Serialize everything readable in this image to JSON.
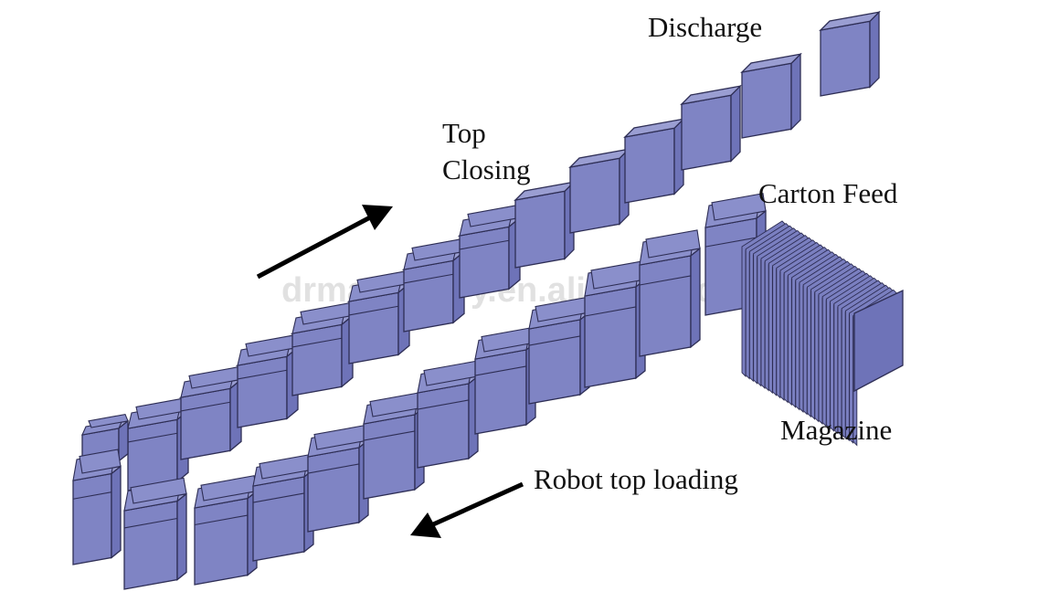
{
  "labels": {
    "discharge": "Discharge",
    "top_closing_line1": "Top",
    "top_closing_line2": "Closing",
    "carton_feed": "Carton Feed",
    "magazine": "Magazine",
    "robot_top_loading": "Robot top loading"
  },
  "watermark": "drmachinery.en.alibaba.com",
  "colors": {
    "carton": "#7f84c4",
    "carton_side": "#6e73b8",
    "carton_top": "#9a9ed2",
    "outline": "#2e2e55",
    "arrow": "#000000",
    "watermark": "#c9c9c9"
  }
}
